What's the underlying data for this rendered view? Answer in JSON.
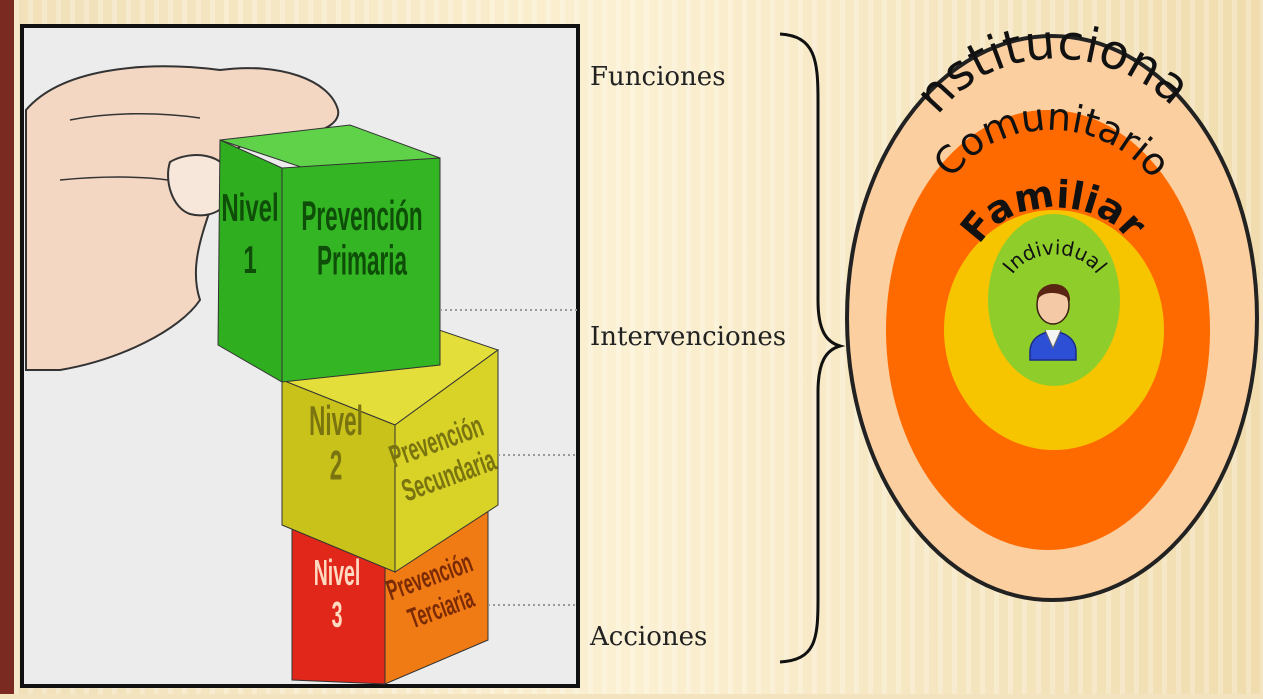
{
  "left_panel": {
    "cubes": [
      {
        "level_word": "Nivel",
        "level_number": "1",
        "label_line1": "Prevención",
        "label_line2": "Primaria",
        "color": "#2fae1f"
      },
      {
        "level_word": "Nivel",
        "level_number": "2",
        "label_line1": "Prevención",
        "label_line2": "Secundaria",
        "color": "#c9c21a"
      },
      {
        "level_word": "Nivel",
        "level_number": "3",
        "label_line1": "Prevención",
        "label_line2": "Terciaria",
        "color": "#e0271a"
      }
    ]
  },
  "labels": {
    "top": "Funciones",
    "middle": "Intervenciones",
    "bottom": "Acciones"
  },
  "rings": {
    "outer": "Institucional",
    "second": "Comunitario",
    "third": "Familiar",
    "inner": "Individual",
    "colors": {
      "outer": "#fbcf9f",
      "second": "#ff6a00",
      "third": "#f7c400",
      "inner": "#8fce2a"
    }
  }
}
